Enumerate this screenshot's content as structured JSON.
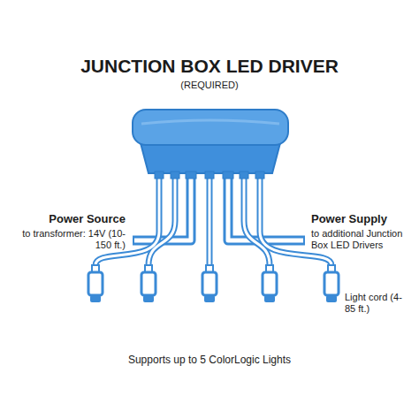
{
  "diagram": {
    "title": "JUNCTION BOX LED DRIVER",
    "caption": "Supports up to 5 ColorLogic Lights",
    "labels": [
      "(REQUIRED)",
      "Power Source",
      "to transformer: 14V (10-150 ft.)",
      "Power Supply",
      "to additional Junction Box LED Drivers",
      "Light cord (4-85 ft.)"
    ]
  }
}
